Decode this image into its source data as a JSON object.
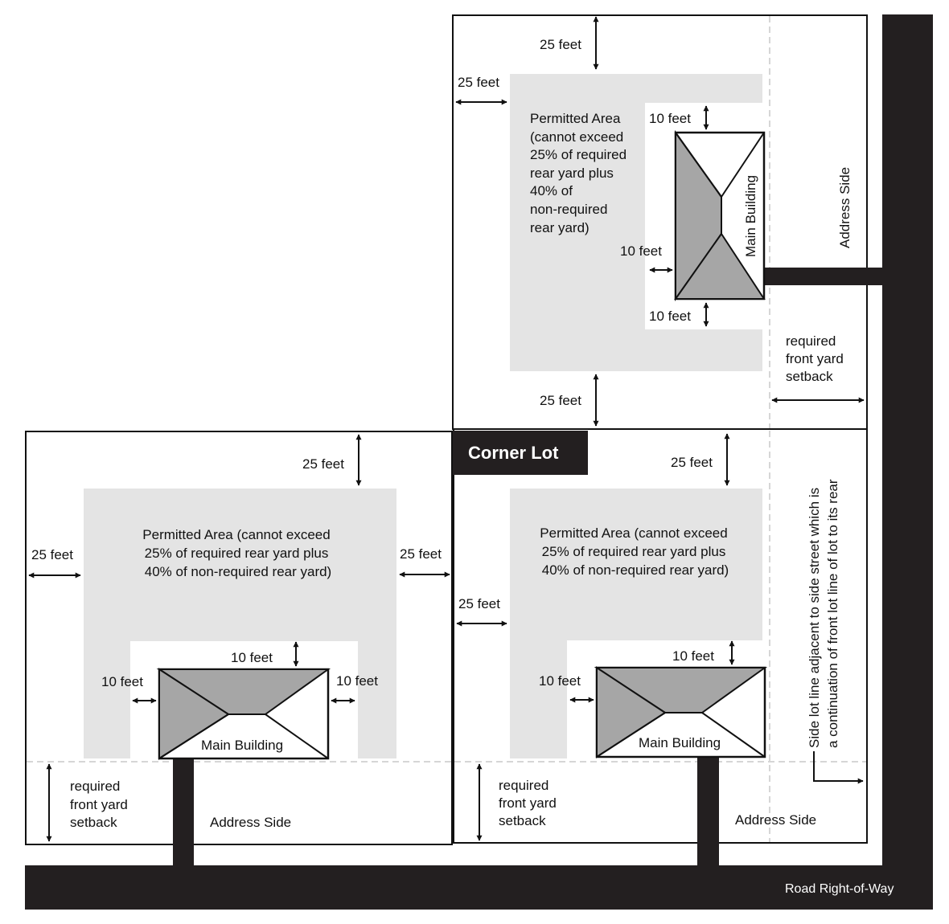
{
  "corner_lot_label": "Corner Lot",
  "road_label": "Road Right-of-Way",
  "address_side": "Address Side",
  "main_building": "Main Building",
  "dim_25": "25 feet",
  "dim_10": "10 feet",
  "setback": [
    "required",
    "front yard",
    "setback"
  ],
  "permitted_area_wide": [
    "Permitted Area (cannot exceed",
    "25% of required rear yard plus",
    "40% of non-required rear yard)"
  ],
  "permitted_area_narrow": [
    "Permitted Area",
    "(cannot exceed",
    "25% of required",
    "rear yard plus",
    "40% of",
    "non-required",
    "rear yard)"
  ],
  "side_lot_note": [
    "Side lot line adjacent to side street which is",
    "a continuation of front lot line of lot to its rear"
  ],
  "colors": {
    "road": "#231f20",
    "permitted_area": "#e4e4e4",
    "roof_shaded": "#a6a6a6",
    "line": "#111111",
    "guide": "#bdbdbd"
  }
}
